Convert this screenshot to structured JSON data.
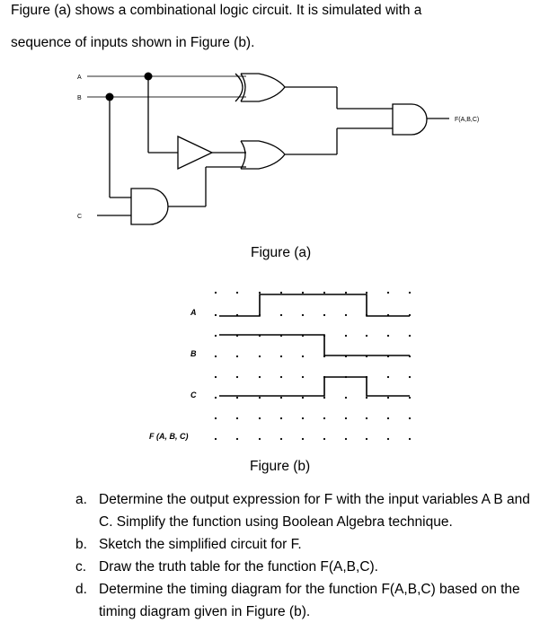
{
  "intro": {
    "line1": "Figure (a) shows a combinational logic circuit. It is simulated with a",
    "line2": "sequence of inputs shown in Figure (b)."
  },
  "circuit": {
    "input_a": "A",
    "input_b": "B",
    "input_c": "C",
    "output_label": "F(A,B,C)"
  },
  "figure_a_caption": "Figure (a)",
  "timing": {
    "label_a": "A",
    "label_b": "B",
    "label_c": "C",
    "label_f": "F (A, B, C)"
  },
  "figure_b_caption": "Figure (b)",
  "questions": [
    {
      "label": "a.",
      "text": "Determine the output expression for F with the input variables A B and C. Simplify the function using Boolean Algebra technique."
    },
    {
      "label": "b.",
      "text": "Sketch the simplified circuit for F."
    },
    {
      "label": "c.",
      "text": "Draw the truth table for the function F(A,B,C)."
    },
    {
      "label": "d.",
      "text": "Determine the timing diagram for the function F(A,B,C) based on the timing diagram given in Figure (b)."
    }
  ]
}
